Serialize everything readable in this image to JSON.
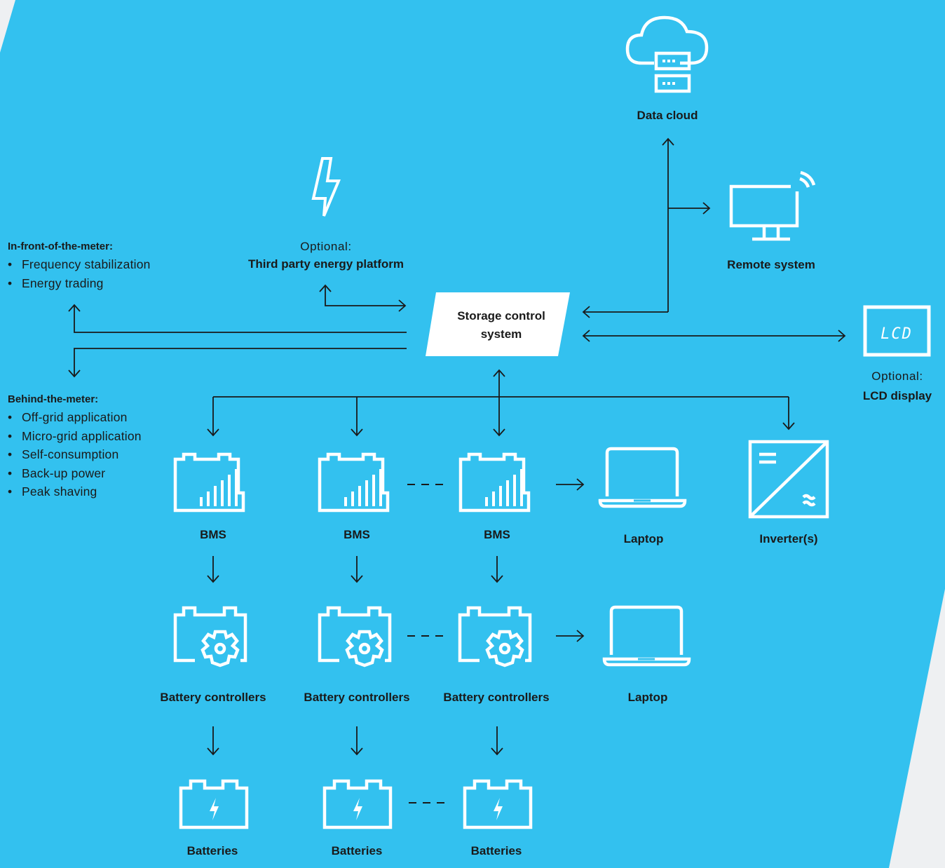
{
  "colors": {
    "background": "#33c1ef",
    "ink": "#1a1a1a",
    "icon": "#ffffff",
    "page": "#eef0f2"
  },
  "nodes": {
    "data_cloud": "Data cloud",
    "remote_system": "Remote system",
    "third_party": {
      "prefix": "Optional:",
      "label": "Third party energy platform"
    },
    "storage_control": {
      "line1": "Storage control",
      "line2": "system"
    },
    "lcd_display": {
      "prefix": "Optional:",
      "label": "LCD display",
      "screen_text": "LCD"
    },
    "bms": [
      "BMS",
      "BMS",
      "BMS"
    ],
    "laptop_top": "Laptop",
    "inverter": "Inverter(s)",
    "battery_controllers": [
      "Battery controllers",
      "Battery controllers",
      "Battery controllers"
    ],
    "laptop_bottom": "Laptop",
    "batteries": [
      "Batteries",
      "Batteries",
      "Batteries"
    ]
  },
  "in_front_of_meter": {
    "title": "In-front-of-the-meter:",
    "items": [
      "Frequency stabilization",
      "Energy trading"
    ]
  },
  "behind_the_meter": {
    "title": "Behind-the-meter:",
    "items": [
      "Off-grid application",
      "Micro-grid application",
      "Self-consumption",
      "Back-up power",
      "Peak shaving"
    ]
  },
  "icons": [
    "cloud-server-icon",
    "monitor-icon",
    "lightning-icon",
    "lcd-icon",
    "bms-icon",
    "laptop-icon",
    "inverter-icon",
    "battery-controller-icon",
    "battery-icon"
  ]
}
